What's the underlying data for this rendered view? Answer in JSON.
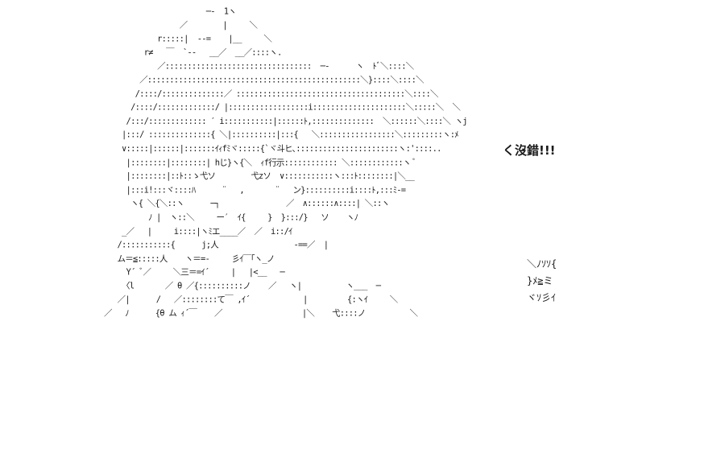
{
  "speech_text": "く沒錯!!!",
  "art_lines": [
    "                         ─‐  1ヽ",
    "                   ／        |     ＼",
    "              r:::::|  ‐‐=    |__     ＼",
    "           r≠   ￣  `‐‐   __／  __／::::ヽ.",
    "              ／:::::::::::::::::::::::::::::::::  ─‐      ヽ  ﾄﾞ＼::::＼",
    "          ／::::::::::::::::::::::::::::::::::::::::::::::::＼}::::＼::::＼",
    "         /::::/::::::::::::::／ ::::::::::::::::::::::::::::::::::::::＼::::＼",
    "        /::::/:::::::::::::/ |::::::::::::::::::i:::::::::::::::::::::＼:::::＼  ＼",
    "       /:::/::::::::::::: ′ i:::::::::::|::::::ﾄ,::::::::::::::  ＼::::::＼::::＼ ヽj",
    "      |:::/ ::::::::::::::{ ＼|::::::::::|:::{   ＼:::::::::::::::::＼:::::::::ヽ:ﾒ",
    "      ∨:::::|::::::|:::::::ｲｨfﾐヾ:::::{`ヾ斗ヒ､:::::::::::::::::::::::ヽ:'::::..",
    "       |::::::::|::::::::| hじ}ヽ{＼  ｨf行示:::::::::::: ＼::::::::::::ヽ ﾞ",
    "       |::::::::|::ﾄ::ゝ弋ソ        弋zソ  ∨:::::::::::ヽ:::ﾄ::::::::|＼__",
    "       |:::i!:::ヾ::::ﾊ      ¨   ,       ¨   ン}::::::::::i::::ﾄ,:::ﾐ‐=",
    "        ヽ{ ＼{＼::ヽ      ─┐               ／  ∧::::::∧::::| ＼::ヽ",
    "            ﾉ |  ヽ::＼     ー′  ｲ{     }  }:::/}   ソ    ヽﾉ",
    "      _／   |     i::::|ヽﾐエ____／  ／  i::/ｲ",
    "     /:::::::::::{      j;人                 -==／  |",
    "     ム＝≦:::::人    ヽ＝=‐     彡ｲ￣｢ヽ_ノ",
    "       Y´ ﾞ／     ＼三＝=ｲ´     |   |<__   ─",
    "      〈l       ／ θ ／{::::::::::ノ    ／   ヽ|          ヽ___  ─",
    "     ／|      /   ／::::::::て￣ ,ｲ´            |         {:ヽｲ     ＼",
    "  ／   ﾉ      {θ ム ｨ´￣    ／                  |＼    弋::::ノ          ＼"
  ],
  "right_ascii": [
    "＼ﾉｿｿ{",
    "}ﾒ≧ミ",
    "ヾｿ彡ｲ"
  ]
}
